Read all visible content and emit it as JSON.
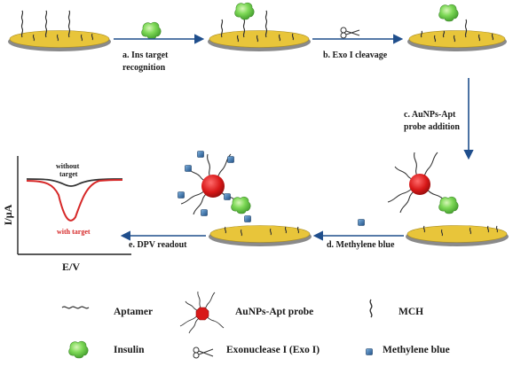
{
  "steps": {
    "a_line1": "a.     Ins target",
    "a_line2": "recognition",
    "b": "b. Exo I cleavage",
    "c_line1": "c. AuNPs-Apt",
    "c_line2": "probe addition",
    "d": "d. Methylene blue",
    "e": "e. DPV readout"
  },
  "plot": {
    "ylabel": "I/μA",
    "xlabel": "E/V",
    "without_line1": "without",
    "without_line2": "target",
    "with_label": "with target"
  },
  "legend": {
    "aptamer": "Aptamer",
    "probe": "AuNPs-Apt probe",
    "mch": "MCH",
    "insulin": "Insulin",
    "exo": "Exonuclease I (Exo I)",
    "mb": "Methylene blue"
  },
  "colors": {
    "electrode": "#e8c53a",
    "electrode_rim": "#8a8a8a",
    "gold_nanoparticle": "#d81818",
    "insulin": "#7ed957",
    "methylene_blue": "#2f6fa8",
    "arrow": "#1f4e8c",
    "curve_with_target": "#d62828",
    "curve_without_target": "#333333"
  }
}
